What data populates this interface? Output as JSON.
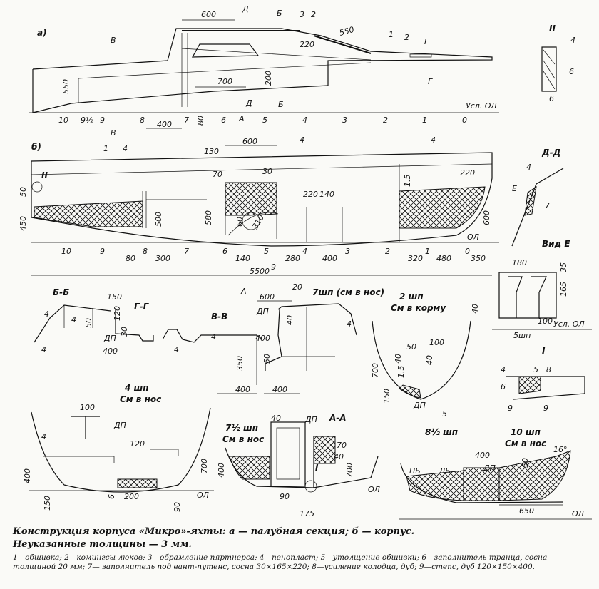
{
  "view_a": {
    "letter": "а)",
    "dims": [
      "600",
      "550",
      "220",
      "550",
      "700",
      "200",
      "80",
      "400"
    ],
    "section_marks": [
      "Д",
      "Б",
      "В",
      "Г",
      "II"
    ],
    "callouts": [
      "3",
      "2",
      "1",
      "2"
    ],
    "stations": [
      "10",
      "9½",
      "9",
      "8",
      "7",
      "6",
      "5",
      "4",
      "3",
      "2",
      "1",
      "0"
    ],
    "waterline": "Усл. ОЛ",
    "a_mark": "А"
  },
  "detail_ii": {
    "title": "II",
    "dims": [
      "4",
      "6"
    ],
    "callout": "6"
  },
  "view_b": {
    "letter": "б)",
    "dims": [
      "130",
      "600",
      "70",
      "30",
      "220",
      "140",
      "220",
      "50",
      "450",
      "500",
      "580",
      "60",
      "310",
      "1.5",
      "600",
      "80",
      "300",
      "140",
      "280",
      "400",
      "320",
      "480",
      "350",
      "5500"
    ],
    "callouts": [
      "1",
      "4",
      "4",
      "4",
      "9"
    ],
    "stations": [
      "10",
      "9",
      "8",
      "7",
      "6",
      "5",
      "4",
      "3",
      "2",
      "1",
      "0"
    ],
    "waterline": "ОЛ",
    "detail_mark": "II"
  },
  "section_dd": {
    "title": "Д-Д",
    "dims": [
      "4"
    ],
    "callout": "7",
    "view_mark": "Е"
  },
  "view_e": {
    "title": "Вид Е",
    "dims": [
      "180",
      "35",
      "165",
      "100"
    ],
    "station": "5шп",
    "waterline": "Усл. ОЛ"
  },
  "section_bb": {
    "title": "Б-Б",
    "dims": [
      "150",
      "4",
      "50",
      "4",
      "4"
    ]
  },
  "section_gg": {
    "title": "Г-Г",
    "dims": [
      "120",
      "30",
      "400"
    ],
    "dp": "ДП"
  },
  "section_vv": {
    "title": "В-В",
    "dims": [
      "4",
      "4",
      "350",
      "400"
    ]
  },
  "frame_7": {
    "title": "7шп (см в нос)",
    "dims": [
      "600",
      "20",
      "40",
      "400",
      "50",
      "400",
      "4"
    ],
    "dp": "ДП",
    "mark": "А"
  },
  "frame_2": {
    "title": "2 шп",
    "subtitle": "См в корму",
    "dims": [
      "40",
      "50",
      "100",
      "40",
      "40",
      "700",
      "150",
      "1.5"
    ],
    "callout": "5",
    "dp": "ДП"
  },
  "detail_i": {
    "title": "I",
    "dims": [
      "4",
      "5",
      "8",
      "6",
      "9",
      "9"
    ]
  },
  "frame_4": {
    "title": "4 шп",
    "subtitle": "См в нос",
    "dims": [
      "100",
      "4",
      "120",
      "400",
      "150",
      "200",
      "6",
      "90",
      "700"
    ],
    "dp": "ДП",
    "waterline": "ОЛ"
  },
  "frame_75": {
    "title": "7½ шп",
    "subtitle": "См в нос",
    "dims": [
      "40",
      "400",
      "90",
      "175"
    ],
    "dp": "ДП",
    "mark": "I"
  },
  "section_aa": {
    "title": "А-А",
    "dims": [
      "70",
      "40",
      "700"
    ],
    "waterline": "ОЛ"
  },
  "frame_85": {
    "title": "8½ шп",
    "labels": [
      "ПБ",
      "ЛБ"
    ],
    "dims": [
      "400"
    ],
    "dp": "ДП"
  },
  "frame_10": {
    "title": "10 шп",
    "subtitle": "См в нос",
    "dims": [
      "16°",
      "50",
      "650"
    ],
    "waterline": "ОЛ"
  },
  "caption": {
    "title": "Конструкция корпуса «Микро»-яхты: а — палубная секция; б — корпус.",
    "subtitle": "Неуказанные толщины — 3 мм.",
    "legend": "1—обшивка; 2—комингсы люков; 3—обрамление пяртнерса; 4—пенопласт; 5—утолщение обшивки; 6—заполнитель транца, сосна толщиной 20 мм; 7— заполнитель под вант-путенс, сосна 30×165×220; 8—усиление колодца, дуб; 9—степс, дуб 120×150×400."
  }
}
